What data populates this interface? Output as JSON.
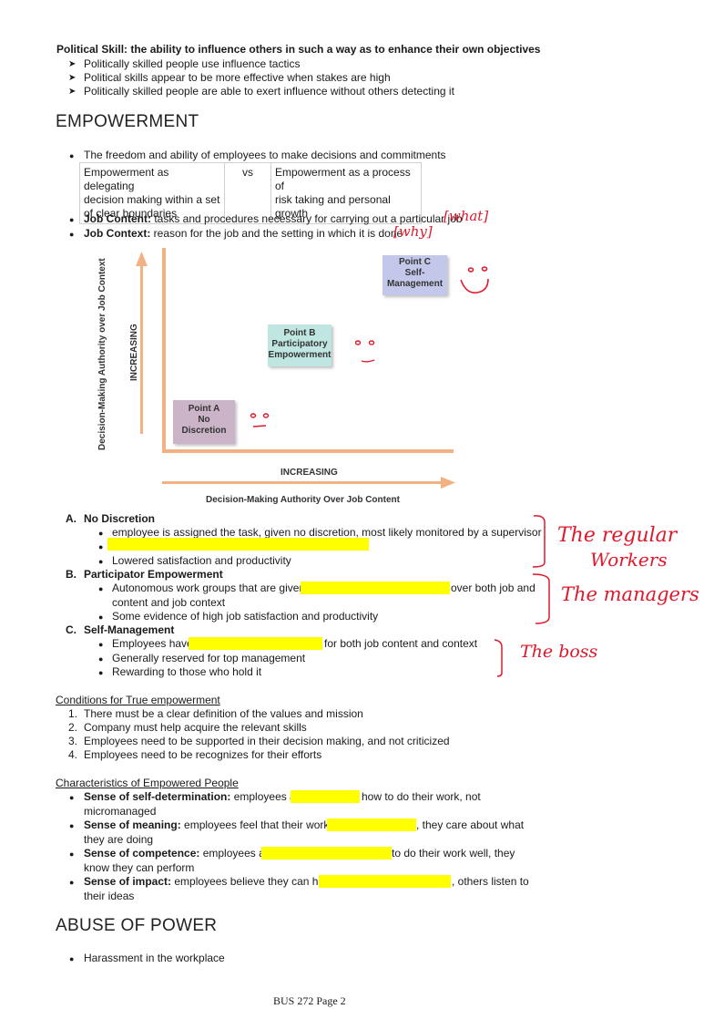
{
  "political": {
    "title": "Political Skill: the ability to influence others in such a way as to enhance their own objectives",
    "bullets": [
      "Politically skilled people use influence tactics",
      "Political skills appear to be more effective when stakes are high",
      "Politically skilled people are able to exert influence without others detecting it"
    ]
  },
  "empowerment": {
    "heading": "EMPOWERMENT",
    "bullet_freedom": "The freedom and ability of employees to make decisions and commitments",
    "table": {
      "left": [
        "Empowerment as delegating",
        "decision making within a set",
        "of clear boundaries"
      ],
      "mid": "vs",
      "right": [
        "Empowerment as a process of",
        "risk taking and personal",
        "growth"
      ]
    },
    "job_content_label": "Job Content:",
    "job_content_text": " tasks and procedures necessary for carrying out a particular job",
    "job_content_note": "[what]",
    "job_context_label": "Job Context:",
    "job_context_text": " reason for the job and the setting in which it is done",
    "job_context_note": "[why]"
  },
  "diagram": {
    "y_axis_label": "Decision-Making Authority over Job Context",
    "y_increasing": "INCREASING",
    "x_increasing": "INCREASING",
    "x_axis_label": "Decision-Making Authority Over Job Content",
    "point_a": [
      "Point A",
      "No",
      "Discretion"
    ],
    "point_b": [
      "Point B",
      "Participatory",
      "Empowerment"
    ],
    "point_c": [
      "Point C",
      "Self-",
      "Management"
    ],
    "colors": {
      "a": "#cbb3c8",
      "b": "#bfe6e0",
      "c": "#c3c8ea",
      "axis": "#f2b183",
      "hand": "#e0182c"
    }
  },
  "sections": {
    "a_label": "A.",
    "a_title": "No Discretion",
    "a_items": [
      "employee is assigned the task, given no discretion, most likely monitored by  a supervisor",
      "",
      "Lowered satisfaction and productivity"
    ],
    "b_label": "B.",
    "b_title": "Participator Empowerment",
    "b_item1_pre": "Autonomous work groups that are given ",
    "b_item1_post": "over both job and",
    "b_item1_cont": "content and job context",
    "b_item2": "Some evidence of high job satisfaction and productivity",
    "c_label": "C.",
    "c_title": "Self-Management",
    "c_item1_pre": "Employees have ",
    "c_item1_post": "for both job content and context",
    "c_item2": "Generally reserved for top management",
    "c_item3": "Rewarding to those who hold it"
  },
  "annotations": {
    "regular_1": "The regular",
    "regular_2": "Workers",
    "managers": "The managers",
    "boss": "The boss"
  },
  "conditions": {
    "title": "Conditions for True empowerment",
    "items": [
      "There must be a clear definition of the values and mission",
      "Company must help acquire the relevant skills",
      "Employees need to be supported in their decision making, and not criticized",
      "Employees need to be recognizes for their efforts"
    ]
  },
  "characteristics": {
    "title": "Characteristics of Empowered People",
    "self_det_label": "Sense of self-determination:",
    "self_det_pre": " employees are ",
    "self_det_post": "how to do their work, not",
    "self_det_cont": "micromanaged",
    "meaning_label": "Sense of meaning:",
    "meaning_pre": " employees feel that their work is ",
    "meaning_post": ", they care about what",
    "meaning_cont": "they are doing",
    "competence_label": "Sense of competence:",
    "competence_pre": " employees are ",
    "competence_post": " to do their work well, they",
    "competence_cont": "know they can perform",
    "impact_label": "Sense of impact:",
    "impact_pre": " employees believe they can have ",
    "impact_post": ", others listen to",
    "impact_cont": "their ideas"
  },
  "abuse": {
    "heading": "ABUSE OF POWER",
    "bullet": "Harassment in the workplace"
  },
  "footer": "BUS 272 Page 2"
}
